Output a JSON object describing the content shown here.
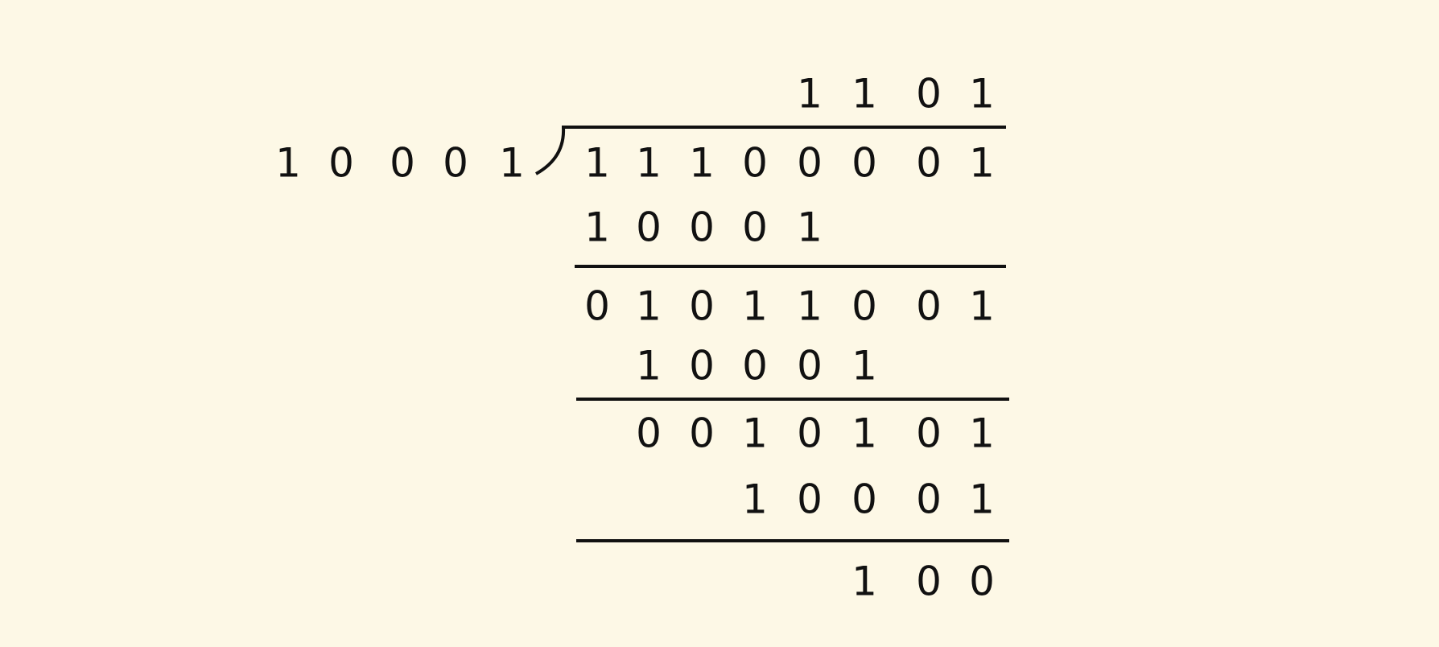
{
  "diagram": {
    "divisor": [
      "1",
      "0",
      "0",
      "0",
      "1"
    ],
    "quotient": [
      "1",
      "1",
      "0",
      "1"
    ],
    "dividend": [
      "1",
      "1",
      "1",
      "0",
      "0",
      "0",
      "0",
      "1"
    ],
    "steps": [
      [
        "1",
        "0",
        "0",
        "0",
        "1"
      ],
      [
        "0",
        "1",
        "0",
        "1",
        "1",
        "0",
        "0",
        "1"
      ],
      [
        "1",
        "0",
        "0",
        "0",
        "1"
      ],
      [
        "0",
        "0",
        "1",
        "0",
        "1",
        "0",
        "1"
      ],
      [
        "1",
        "0",
        "0",
        "0",
        "1"
      ]
    ],
    "remainder": [
      "1",
      "0",
      "0"
    ]
  }
}
